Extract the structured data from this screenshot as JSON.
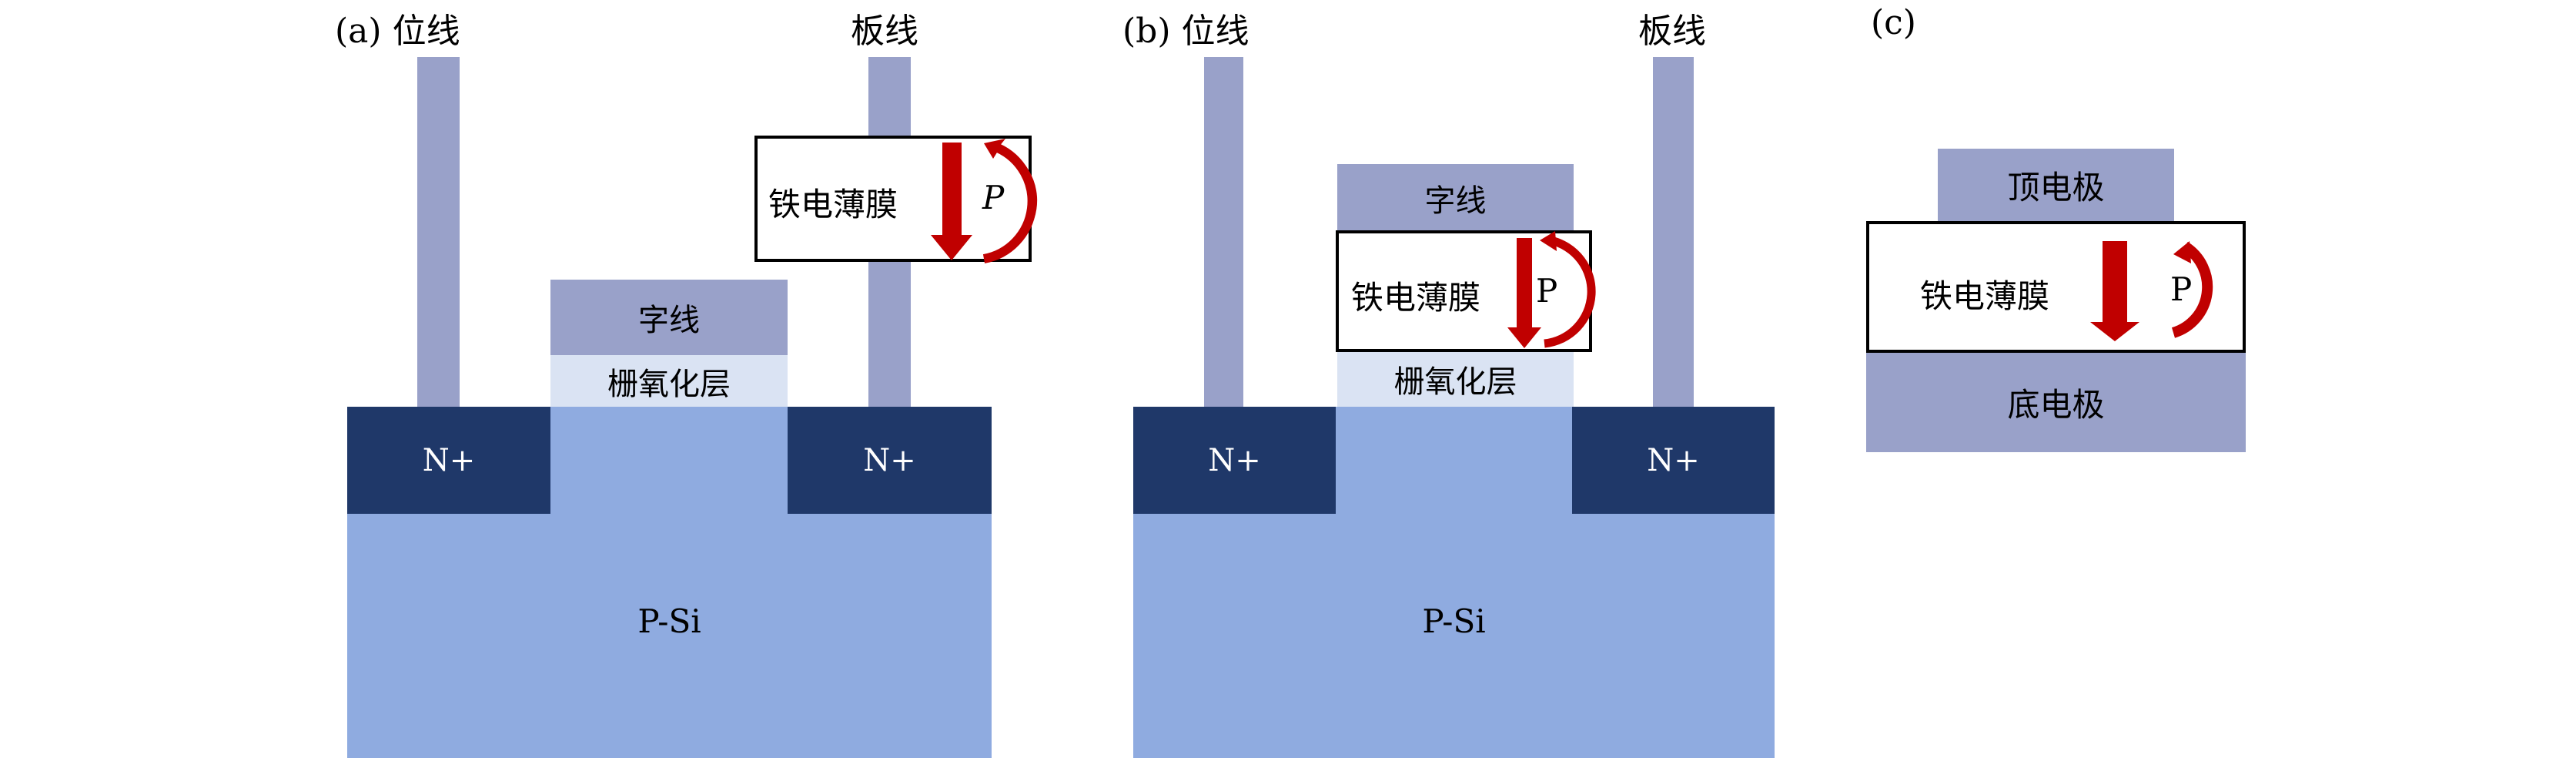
{
  "panel_a": {
    "tag": "(a)",
    "bit_line": "位线",
    "plate_line": "板线",
    "ferro_film": "铁电薄膜",
    "polarization": "P",
    "word_line": "字线",
    "gate_oxide": "栅氧化层",
    "n_left": "N+",
    "n_right": "N+",
    "substrate": "P-Si"
  },
  "panel_b": {
    "tag": "(b)",
    "bit_line": "位线",
    "plate_line": "板线",
    "ferro_film": "铁电薄膜",
    "polarization": "P",
    "word_line": "字线",
    "gate_oxide": "栅氧化层",
    "n_left": "N+",
    "n_right": "N+",
    "substrate": "P-Si"
  },
  "panel_c": {
    "tag": "(c)",
    "top_electrode": "顶电极",
    "ferro_film": "铁电薄膜",
    "polarization": "P",
    "bottom_electrode": "底电极"
  },
  "colors": {
    "electrode": "#99A1C9",
    "n_plus": "#1F3869",
    "substrate": "#8FABE0",
    "oxide": "#DAE3F3",
    "arrow": "#C00000"
  }
}
